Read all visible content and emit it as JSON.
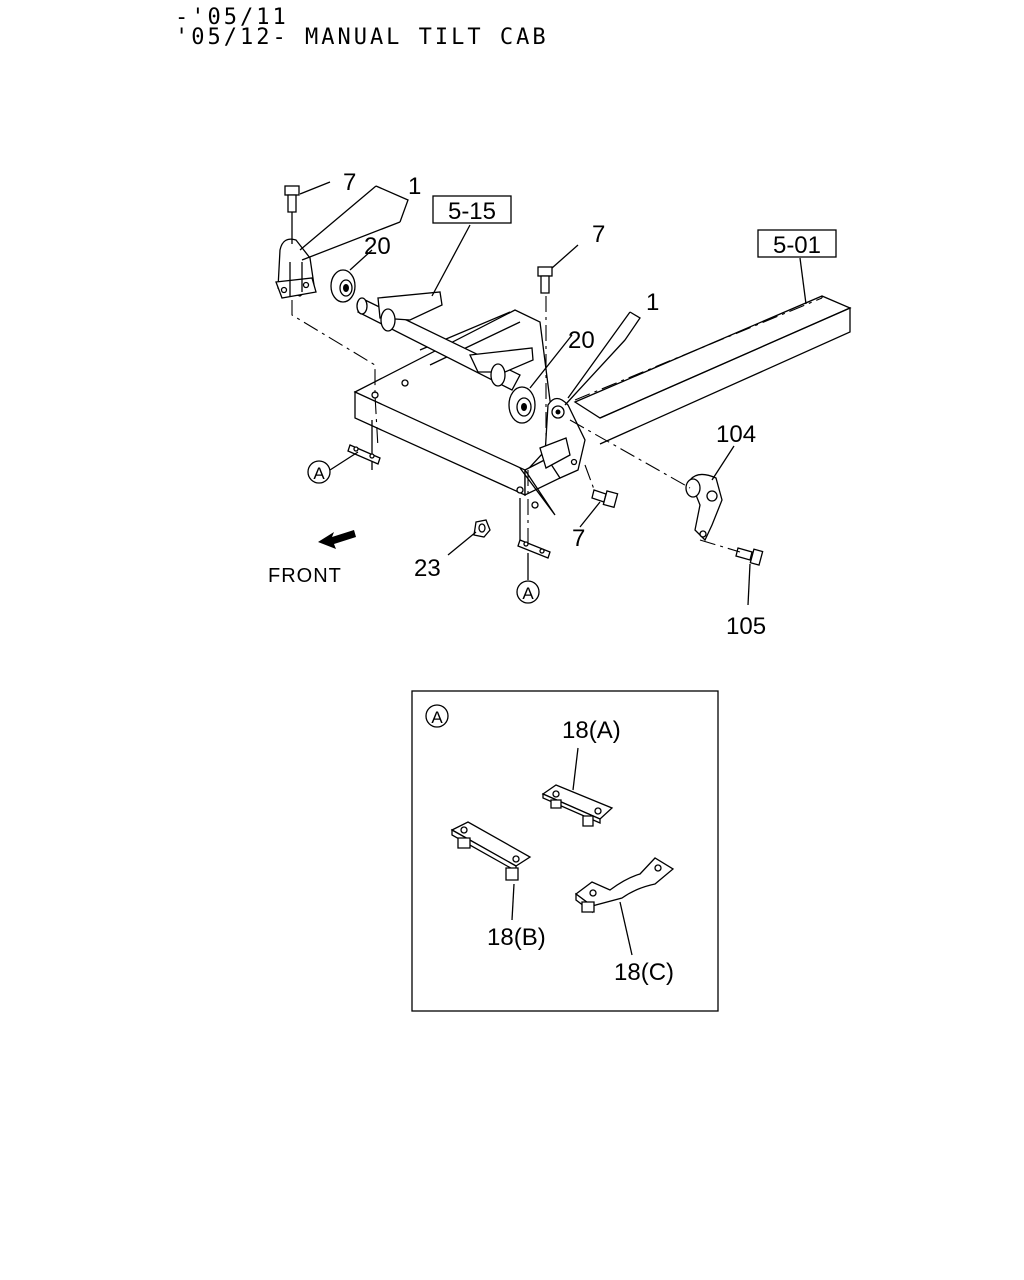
{
  "header": {
    "line1": "-'05/11",
    "line2": "'05/12- MANUAL TILT CAB"
  },
  "diagram": {
    "refs": [
      "5-15",
      "5-01"
    ],
    "labels": {
      "bolt_top_left": "7",
      "mount_left": "1",
      "bushing_left": "20",
      "bolt_top_mid": "7",
      "mount_right": "1",
      "bushing_right": "20",
      "bracket": "104",
      "bolt_lower": "7",
      "nut": "23",
      "bolt_bracket": "105",
      "front": "FRONT"
    },
    "callout_marker": "A"
  },
  "detail": {
    "marker": "A",
    "parts": [
      "18(A)",
      "18(B)",
      "18(C)"
    ]
  }
}
